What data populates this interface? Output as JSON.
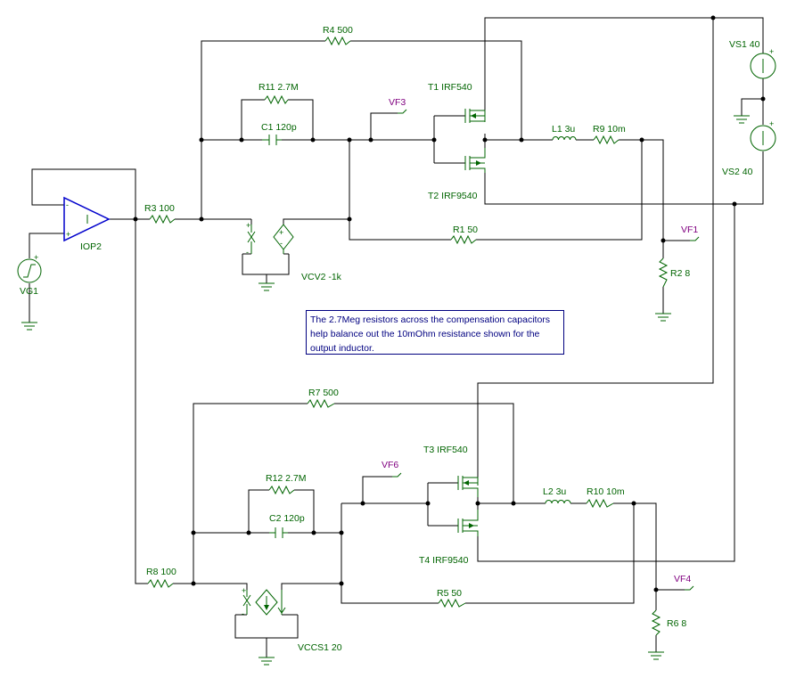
{
  "components": {
    "r4": "R4 500",
    "r11": "R11 2.7M",
    "c1": "C1 120p",
    "vf3": "VF3",
    "t1": "T1 IRF540",
    "t2": "T2 IRF9540",
    "l1": "L1 3u",
    "r9": "R9 10m",
    "vs1": "VS1 40",
    "vs2": "VS2 40",
    "r3": "R3 100",
    "iop2": "IOP2",
    "vg1": "VG1",
    "vcv2": "VCV2 -1k",
    "r1": "R1 50",
    "vf1": "VF1",
    "r2": "R2 8",
    "r7": "R7 500",
    "r12": "R12 2.7M",
    "c2": "C2 120p",
    "vf6": "VF6",
    "t3": "T3 IRF540",
    "t4": "T4 IRF9540",
    "l2": "L2 3u",
    "r10": "R10 10m",
    "r8": "R8 100",
    "r5": "R5 50",
    "vf4": "VF4",
    "r6": "R6 8",
    "vccs1": "VCCS1 20"
  },
  "note": {
    "line1": "The 2.7Meg resistors across the compensation capacitors",
    "line2": "help balance out the 10mOhm resistance shown for the",
    "line3": "output inductor."
  },
  "signs": {
    "plus": "+",
    "minus": "-"
  }
}
